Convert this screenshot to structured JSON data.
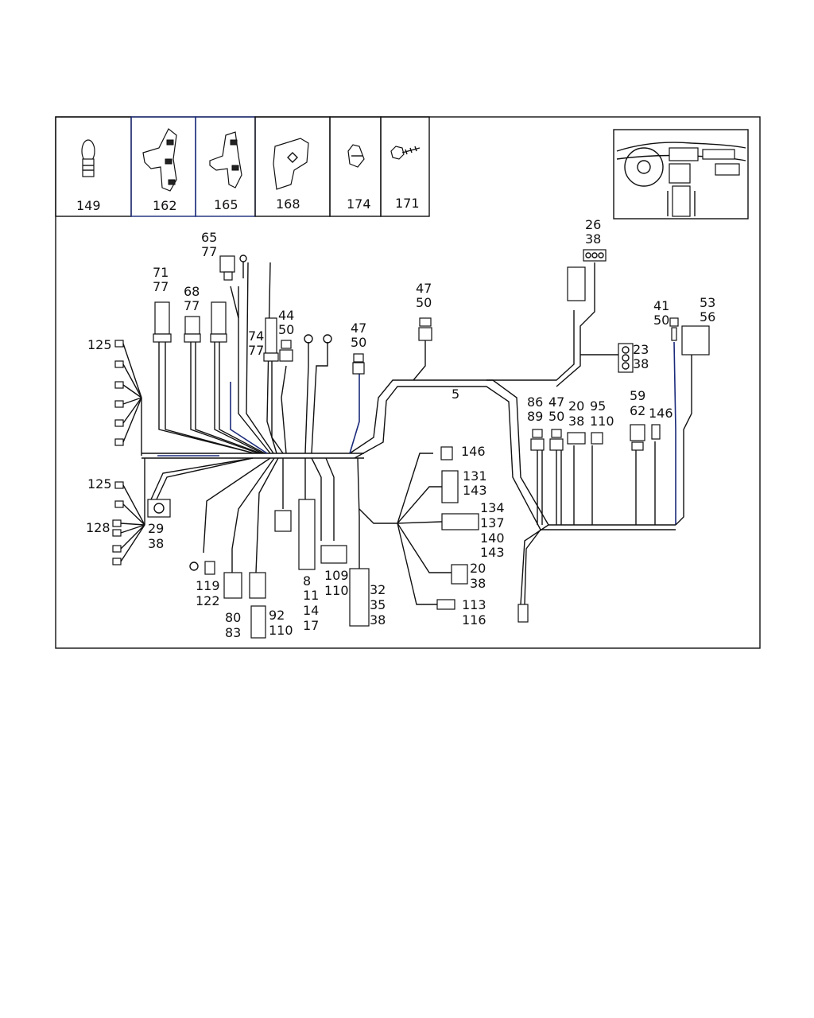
{
  "parts_row": [
    {
      "id": "149"
    },
    {
      "id": "162"
    },
    {
      "id": "165"
    },
    {
      "id": "168"
    },
    {
      "id": "174"
    },
    {
      "id": "171"
    }
  ],
  "callouts": {
    "c65": [
      "65",
      "77"
    ],
    "c71": [
      "71",
      "77"
    ],
    "c68": [
      "68",
      "77"
    ],
    "c74": [
      "74",
      "77"
    ],
    "c44": [
      "44",
      "50"
    ],
    "c47a": [
      "47",
      "50"
    ],
    "c47b": [
      "47",
      "50"
    ],
    "c26": [
      "26",
      "38"
    ],
    "c23": [
      "23",
      "38"
    ],
    "c41": [
      "41",
      "50"
    ],
    "c53": [
      "53",
      "56"
    ],
    "c125a": [
      "125"
    ],
    "c125b": [
      "125"
    ],
    "c128": [
      "128"
    ],
    "c29": [
      "29",
      "38"
    ],
    "c5": [
      "5"
    ],
    "c86": [
      "86",
      "89"
    ],
    "c47c": [
      "47",
      "50"
    ],
    "c20a": [
      "20",
      "38"
    ],
    "c95": [
      "95",
      "110"
    ],
    "c59": [
      "59",
      "62"
    ],
    "c146a": [
      "146"
    ],
    "c146b": [
      "146"
    ],
    "c131": [
      "131",
      "143"
    ],
    "c134": [
      "134",
      "137",
      "140",
      "143"
    ],
    "c20b": [
      "20",
      "38"
    ],
    "c113": [
      "113",
      "116"
    ],
    "c119": [
      "119",
      "122"
    ],
    "c80": [
      "80",
      "83"
    ],
    "c92": [
      "92",
      "110"
    ],
    "c8": [
      "8",
      "11",
      "14",
      "17"
    ],
    "c109": [
      "109",
      "110"
    ],
    "c32": [
      "32",
      "35",
      "38"
    ]
  }
}
